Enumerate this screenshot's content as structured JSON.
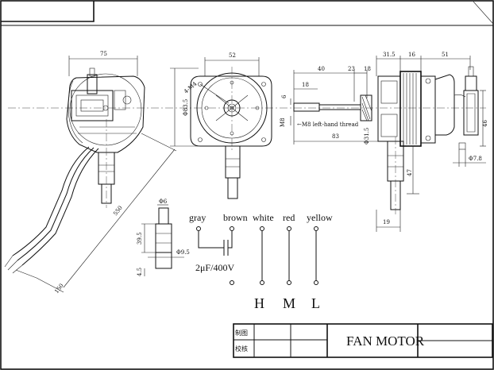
{
  "views": {
    "front": {
      "width": "75",
      "cable_length": "550",
      "strip_length": "150"
    },
    "rear": {
      "width": "52",
      "holes": "4-M4",
      "diameter": "Φ83.5"
    },
    "shaft": {
      "d40": "40",
      "d23": "23",
      "d18a": "18",
      "d18b": "18",
      "d6": "6",
      "m8": "M8",
      "thread_note": "←M8 left-hand thread",
      "d83": "83",
      "d31_5": "Φ31.5"
    },
    "side": {
      "d31_5": "31.5",
      "d16": "16",
      "d51": "51",
      "d46": "46",
      "d47": "47",
      "d19": "19",
      "d7_8": "Φ7.8"
    },
    "capacitor": {
      "d_top": "Φ6",
      "d39_5": "39.5",
      "d9_5": "Φ9.5",
      "d4_5": "4.5"
    }
  },
  "wiring": {
    "colors": [
      "gray",
      "brown",
      "white",
      "red",
      "yellow"
    ],
    "capacitor": "2μF/400V",
    "speeds": [
      "H",
      "M",
      "L"
    ]
  },
  "title_block": {
    "row1_label": "制图",
    "row2_label": "校核",
    "title": "FAN MOTOR"
  }
}
